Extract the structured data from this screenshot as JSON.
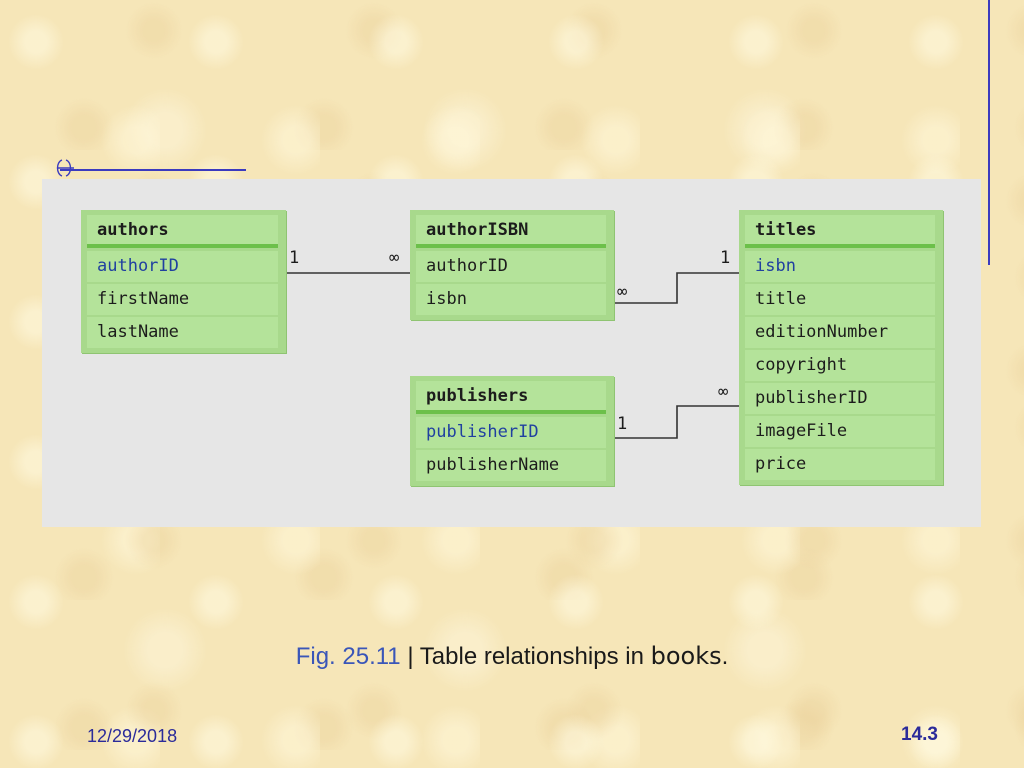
{
  "diagram": {
    "tables": [
      {
        "name": "authors",
        "fields": [
          {
            "text": "authorID",
            "key": true
          },
          {
            "text": "firstName",
            "key": false
          },
          {
            "text": "lastName",
            "key": false
          }
        ]
      },
      {
        "name": "authorISBN",
        "fields": [
          {
            "text": "authorID",
            "key": false
          },
          {
            "text": "isbn",
            "key": false
          }
        ]
      },
      {
        "name": "titles",
        "fields": [
          {
            "text": "isbn",
            "key": true
          },
          {
            "text": "title",
            "key": false
          },
          {
            "text": "editionNumber",
            "key": false
          },
          {
            "text": "copyright",
            "key": false
          },
          {
            "text": "publisherID",
            "key": false
          },
          {
            "text": "imageFile",
            "key": false
          },
          {
            "text": "price",
            "key": false
          }
        ]
      },
      {
        "name": "publishers",
        "fields": [
          {
            "text": "publisherID",
            "key": true
          },
          {
            "text": "publisherName",
            "key": false
          }
        ]
      }
    ],
    "relationships": [
      {
        "from": "authors",
        "to": "authorISBN",
        "from_card": "1",
        "to_card": "∞"
      },
      {
        "from": "authorISBN",
        "to": "titles",
        "from_card": "∞",
        "to_card": "1"
      },
      {
        "from": "publishers",
        "to": "titles",
        "from_card": "1",
        "to_card": "∞"
      }
    ]
  },
  "caption": {
    "fig": "Fig. 25.11",
    "sep": " | Table relationships in ",
    "code": "books",
    "end": "."
  },
  "footer": {
    "date": "12/29/2018",
    "page": "14.3"
  },
  "colors": {
    "accent": "#3b3bbf",
    "table_fill": "#b4e39a",
    "header_rule": "#6cc04a",
    "key_text": "#2040a0",
    "caption_fig": "#3a56b8"
  }
}
